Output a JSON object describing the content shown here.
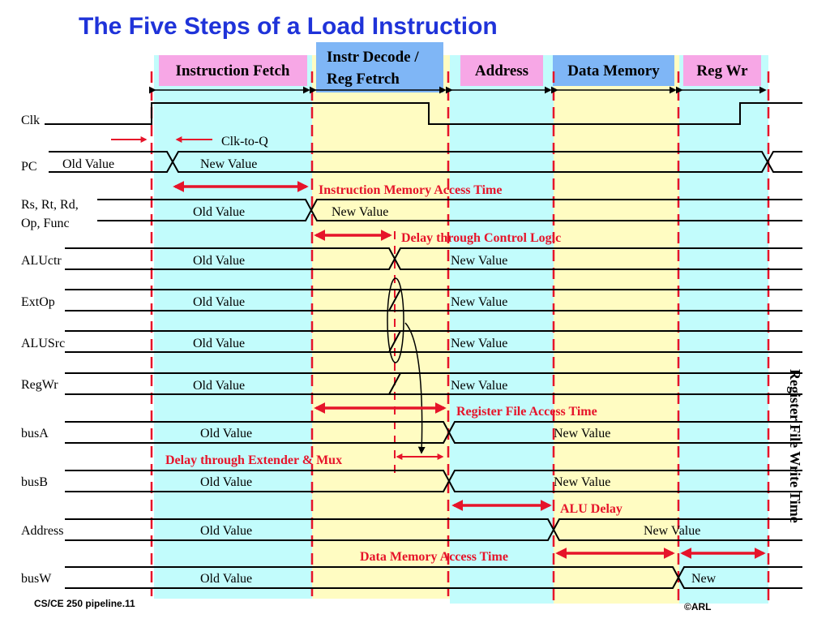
{
  "title": "The Five Steps of a Load Instruction",
  "colors": {
    "cyan": "#c2fcfc",
    "yellow": "#fffcc2",
    "pink": "#f7a7e6",
    "blue": "#7fb6f6",
    "red": "#e6142a",
    "title_blue": "#1f33d9"
  },
  "stages": [
    {
      "label": "Instruction Fetch"
    },
    {
      "label_line1": "Instr Decode /",
      "label_line2": "Reg Fetrch"
    },
    {
      "label": "Address"
    },
    {
      "label": "Data Memory"
    },
    {
      "label": "Reg Wr"
    }
  ],
  "signals": {
    "clk": "Clk",
    "pc": "PC",
    "rs_line1": "Rs, Rt, Rd,",
    "rs_line2": "Op, Func",
    "aluctr": "ALUctr",
    "extop": "ExtOp",
    "alusrc": "ALUSrc",
    "regwr": "RegWr",
    "busa": "busA",
    "busb": "busB",
    "address": "Address",
    "busw": "busW"
  },
  "values": {
    "pc_old": "Old Value",
    "pc_new": "New Value",
    "rs_old": "Old Value",
    "rs_new": "New Value",
    "aluctr_old": "Old Value",
    "aluctr_new": "New Value",
    "extop_old": "Old Value",
    "extop_new": "New Value",
    "alusrc_old": "Old Value",
    "alusrc_new": "New Value",
    "regwr_old": "Old Value",
    "regwr_new": "New Value",
    "busa_old": "Old Value",
    "busa_new": "New Value",
    "busb_old": "Old Value",
    "busb_new": "New Value",
    "address_old": "Old Value",
    "address_new": "New Value",
    "busw_old": "Old Value",
    "busw_new": "New"
  },
  "annotations": {
    "clk_to_q": "Clk-to-Q",
    "imem": "Instruction Memory Access Time",
    "control": "Delay through Control Logic",
    "regfile": "Register File Access Time",
    "extender": "Delay through Extender & Mux",
    "alu": "ALU Delay",
    "dmem": "Data Memory Access Time",
    "rf_write": "Register File Write Time"
  },
  "footer": {
    "left": "CS/CE 250 pipeline.11",
    "right": "©ARL"
  }
}
